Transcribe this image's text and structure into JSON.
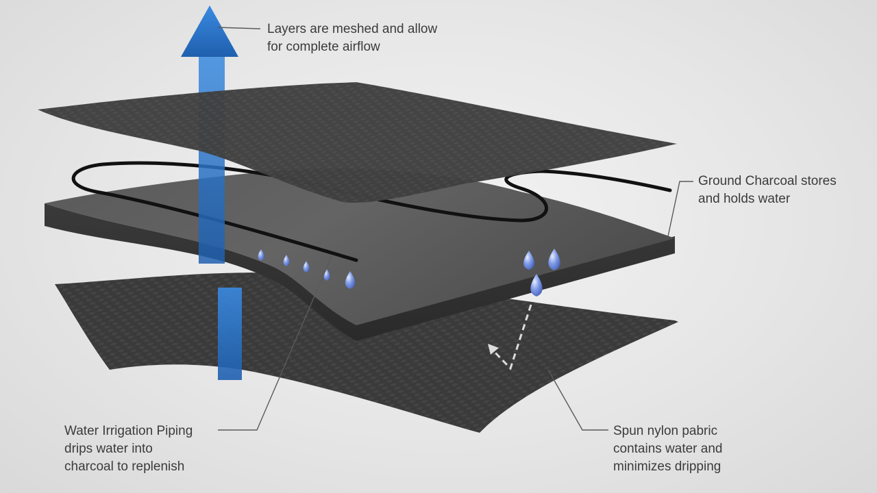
{
  "callouts": {
    "airflow": {
      "line1": "Layers are meshed and allow",
      "line2": "for complete airflow"
    },
    "charcoal": {
      "line1": "Ground Charcoal stores",
      "line2": "and holds water"
    },
    "piping": {
      "line1": "Water Irrigation Piping",
      "line2": "drips water into",
      "line3": "charcoal to replenish"
    },
    "nylon": {
      "line1": "Spun nylon pabric",
      "line2": "contains water and",
      "line3": "minimizes dripping"
    }
  },
  "colors": {
    "background": "#e6e6e6",
    "layer_dark": "#3c3c3c",
    "charcoal_block": "#545454",
    "airflow_arrow": "#2f7fd0",
    "water_drop": "#6f8fe0",
    "pipe": "#111111",
    "leader_line": "#5a5a5a",
    "label_text": "#3b3b3b"
  },
  "icons": [
    "airflow-arrow-icon",
    "water-drop-icon",
    "flow-direction-arrow-icon"
  ]
}
